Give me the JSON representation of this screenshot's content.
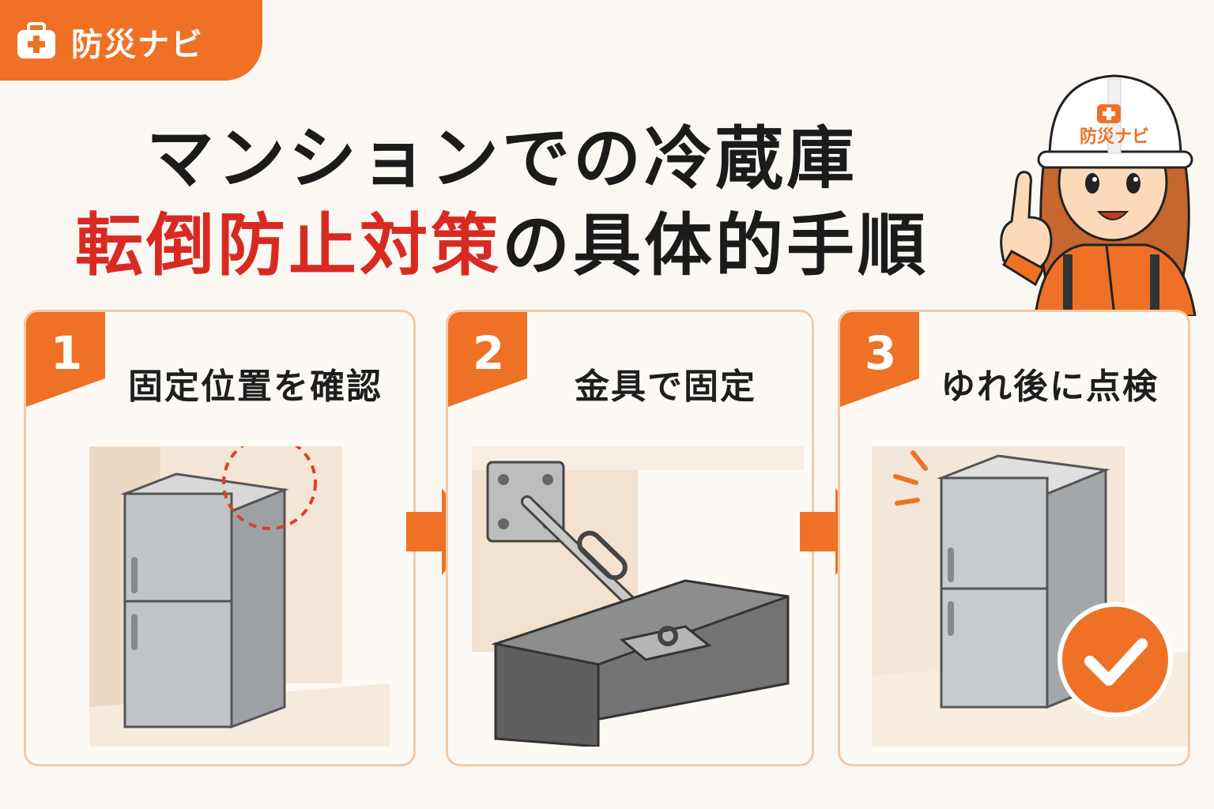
{
  "brand": {
    "name": "防災ナビ",
    "icon": "first-aid-kit-icon",
    "color": "#ef7125"
  },
  "title": {
    "line1": "マンションでの冷蔵庫",
    "line2_highlight": "転倒防止対策",
    "line2_rest": "の具体的手順",
    "highlight_color": "#d92a21"
  },
  "mascot": {
    "helmet_text": "防災ナビ"
  },
  "steps": [
    {
      "number": "1",
      "title": "固定位置を確認"
    },
    {
      "number": "2",
      "title": "金具で固定"
    },
    {
      "number": "3",
      "title": "ゆれ後に点検"
    }
  ]
}
